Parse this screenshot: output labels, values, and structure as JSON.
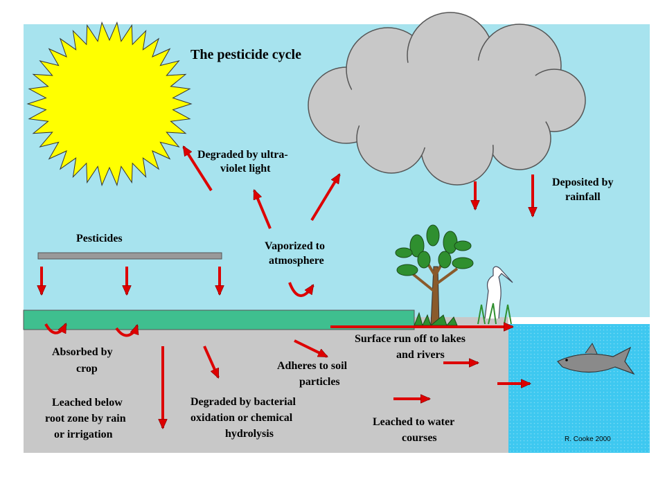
{
  "title": "The pesticide cycle",
  "labels": {
    "pesticides": "Pesticides",
    "uv_line1": "Degraded by ultra-",
    "uv_line2": "violet light",
    "vapor_line1": "Vaporized to",
    "vapor_line2": "atmosphere",
    "rain_line1": "Deposited by",
    "rain_line2": "rainfall",
    "absorbed_line1": "Absorbed by",
    "absorbed_line2": "crop",
    "leached_line1": "Leached below",
    "leached_line2": "root zone by rain",
    "leached_line3": "or irrigation",
    "bacterial_line1": "Degraded by bacterial",
    "bacterial_line2": "oxidation or chemical",
    "bacterial_line3": "hydrolysis",
    "adheres_line1": "Adheres to soil",
    "adheres_line2": "particles",
    "runoff_line1": "Surface run off to lakes",
    "runoff_line2": "and rivers",
    "watercourse_line1": "Leached to water",
    "watercourse_line2": "courses",
    "credit": "R. Cooke 2000"
  },
  "colors": {
    "sky": "#a7e3ee",
    "soil": "#c8c8c8",
    "crop": "#3fbf8f",
    "water": "#3ec8f0",
    "sun": "#ffff00",
    "cloud": "#c8c8c8",
    "arrow": "#dd0000"
  }
}
